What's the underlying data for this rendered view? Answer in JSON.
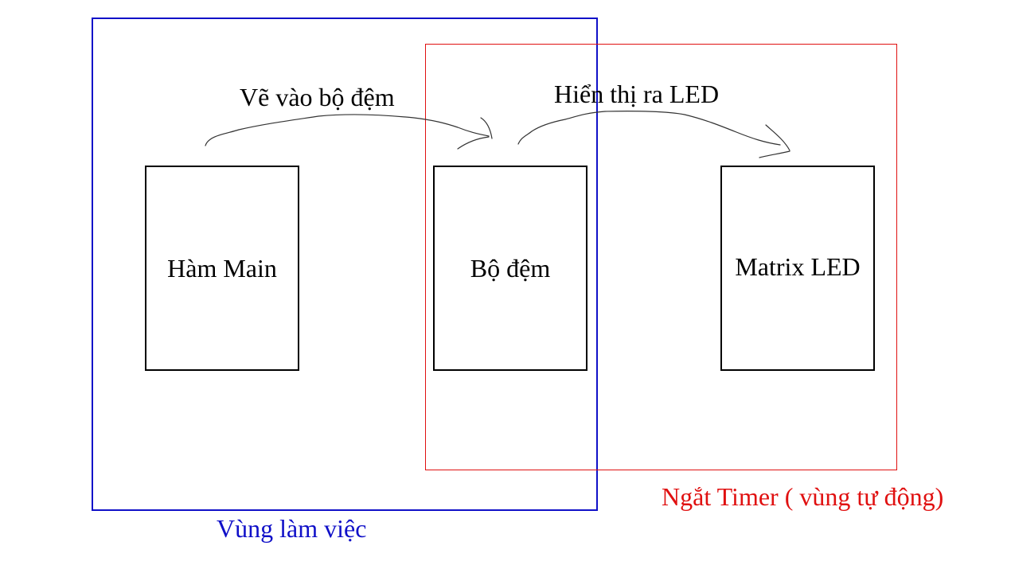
{
  "regions": {
    "work": {
      "caption": "Vùng làm việc",
      "color": "#1010c8"
    },
    "timer": {
      "caption": "Ngắt Timer ( vùng tự động)",
      "color": "#e01010"
    }
  },
  "boxes": {
    "main": {
      "label": "Hàm Main"
    },
    "buffer": {
      "label": "Bộ đệm"
    },
    "matrix": {
      "label": "Matrix LED"
    }
  },
  "arrows": {
    "draw_to_buffer": {
      "label": "Vẽ vào bộ đệm"
    },
    "display_led": {
      "label": "Hiển thị ra LED"
    }
  },
  "colors": {
    "stroke": "#000000",
    "arrow_stroke": "#333333"
  }
}
